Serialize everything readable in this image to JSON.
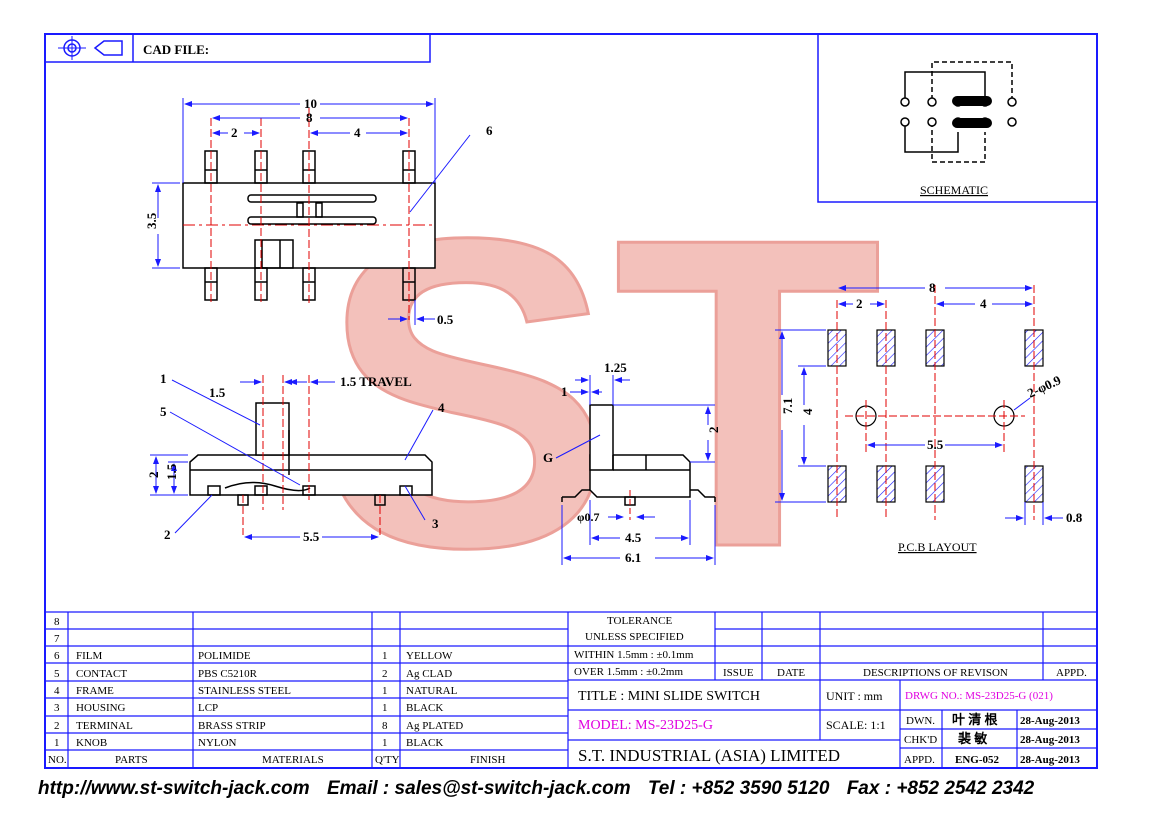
{
  "header": {
    "cad_file_label": "CAD FILE:"
  },
  "top_view": {
    "dim_overall": "10",
    "dim_span": "8",
    "dim_pitch_left": "2",
    "dim_pitch_right": "4",
    "dim_height": "3.5",
    "dim_pin": "0.5",
    "callout": "6"
  },
  "side_view": {
    "dim_knob": "1.5",
    "travel": "1.5 TRAVEL",
    "dim_h1": "2",
    "dim_h2": "1.5",
    "dim_pitch": "5.5",
    "callout_1": "1",
    "callout_2": "2",
    "callout_3": "3",
    "callout_4": "4",
    "callout_5": "5"
  },
  "end_view": {
    "dim_top": "1.25",
    "dim_left": "1",
    "dim_h": "2",
    "label_g": "G",
    "dim_pin": "φ0.7",
    "dim_inner": "4.5",
    "dim_total": "6.1"
  },
  "schematic": {
    "label": "SCHEMATIC"
  },
  "pcb": {
    "dim_span": "8",
    "dim_left": "2",
    "dim_right": "4",
    "dim_height": "7.1",
    "dim_inner": "4",
    "dim_holes": "5.5",
    "hole_label": "2-φ0.9",
    "dim_pad": "0.8",
    "label": "P.C.B  LAYOUT"
  },
  "watermark": {
    "text": "ST"
  },
  "bom": {
    "rows": [
      {
        "no": "8",
        "part": "",
        "material": "",
        "qty": "",
        "finish": ""
      },
      {
        "no": "7",
        "part": "",
        "material": "",
        "qty": "",
        "finish": ""
      },
      {
        "no": "6",
        "part": "FILM",
        "material": "POLIMIDE",
        "qty": "1",
        "finish": "YELLOW"
      },
      {
        "no": "5",
        "part": "CONTACT",
        "material": "PBS C5210R",
        "qty": "2",
        "finish": "Ag CLAD"
      },
      {
        "no": "4",
        "part": "FRAME",
        "material": "STAINLESS STEEL",
        "qty": "1",
        "finish": "NATURAL"
      },
      {
        "no": "3",
        "part": "HOUSING",
        "material": "LCP",
        "qty": "1",
        "finish": "BLACK"
      },
      {
        "no": "2",
        "part": "TERMINAL",
        "material": "BRASS STRIP",
        "qty": "8",
        "finish": "Ag PLATED"
      },
      {
        "no": "1",
        "part": "KNOB",
        "material": "NYLON",
        "qty": "1",
        "finish": "BLACK"
      }
    ],
    "headers": {
      "no": "NO.",
      "part": "PARTS",
      "material": "MATERIALS",
      "qty": "Q'TY",
      "finish": "FINISH"
    }
  },
  "tolerance": {
    "line1": "TOLERANCE",
    "line2": "UNLESS   SPECIFIED",
    "line3": "WITHIN  1.5mm : ±0.1mm",
    "line4": "OVER    1.5mm : ±0.2mm"
  },
  "revision": {
    "issue": "ISSUE",
    "date": "DATE",
    "desc": "DESCRIPTIONS  OF  REVISON",
    "appd": "APPD."
  },
  "title_block": {
    "title": "TITLE : MINI SLIDE SWITCH",
    "model": "MODEL: MS-23D25-G",
    "company": "S.T.  INDUSTRIAL  (ASIA)  LIMITED",
    "unit": "UNIT :   mm",
    "scale": "SCALE:  1:1",
    "drwg": "DRWG NO.: MS-23D25-G (021)",
    "dwn_label": "DWN.",
    "dwn_name": "叶 清 根",
    "dwn_date": "28-Aug-2013",
    "chk_label": "CHK'D",
    "chk_name": "裴 敏",
    "chk_date": "28-Aug-2013",
    "appd_label": "APPD.",
    "appd_name": "ENG-052",
    "appd_date": "28-Aug-2013"
  },
  "footer": {
    "website": "http://www.st-switch-jack.com",
    "email": "Email : sales@st-switch-jack.com",
    "tel": "Tel : +852 3590 5120",
    "fax": "Fax : +852 2542 2342"
  },
  "colors": {
    "frame": "#1a1aff",
    "center_line": "#e00000",
    "watermark": "#f2a6a0",
    "magenta": "#e000e0"
  }
}
